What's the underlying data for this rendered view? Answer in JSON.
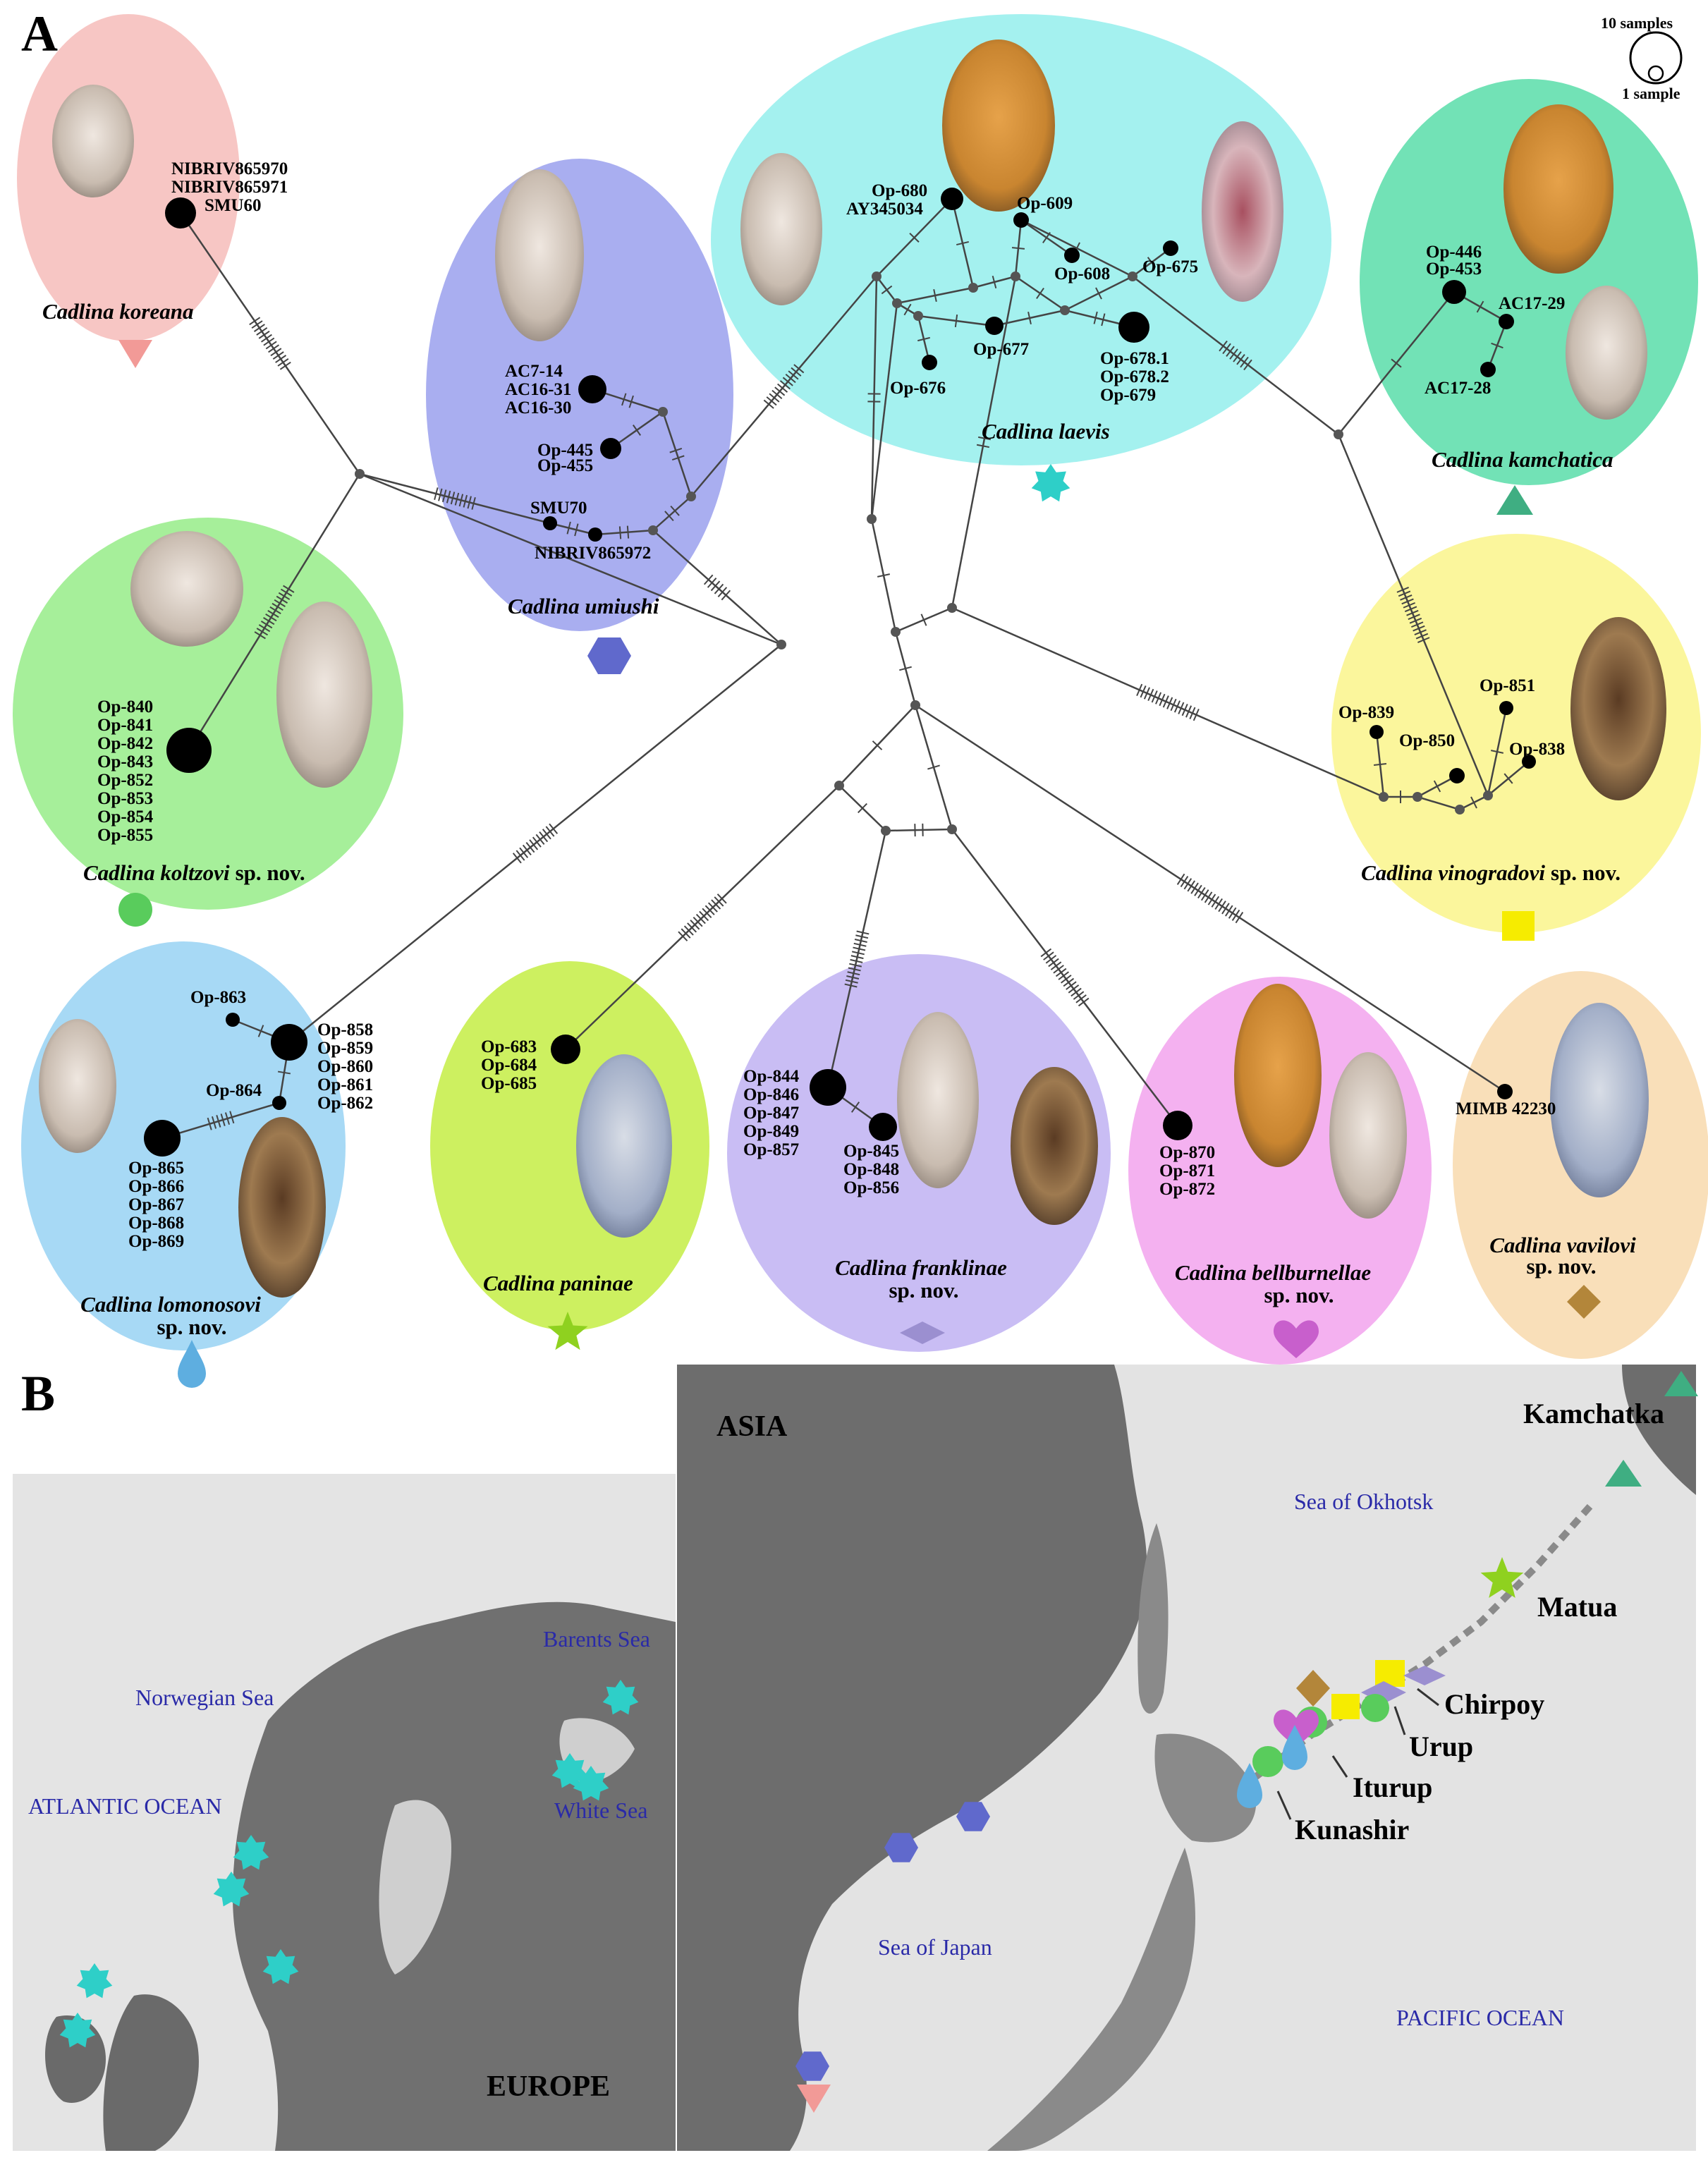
{
  "panels": {
    "a": "A",
    "b": "B"
  },
  "scale_legend": {
    "large": "10 samples",
    "small": "1 sample"
  },
  "colors": {
    "koreana": "#f7c6c4",
    "umiushi": "#a9aef0",
    "laevis": "#a4f1ef",
    "kamchatica": "#72e2b6",
    "koltzovi": "#a6ef9a",
    "vinogradovi": "#fbf69c",
    "lomonosovi": "#a7d9f5",
    "paninae": "#cdf060",
    "franklinae": "#c9bdf4",
    "bellburnellae": "#f4b1f0",
    "vavilovi": "#f9dfb9",
    "symbol_koreana": "#f29a97",
    "symbol_umiushi": "#6069cc",
    "symbol_laevis": "#2ecfc8",
    "symbol_kamchatica": "#3fae82",
    "symbol_koltzovi": "#59cc5c",
    "symbol_vinogradovi": "#f6ec00",
    "symbol_lomonosovi": "#5eaee0",
    "symbol_paninae": "#8fd11f",
    "symbol_franklinae": "#9b8fd0",
    "symbol_bellburnellae": "#c85fcc",
    "symbol_vavilovi": "#b3863a"
  },
  "species": {
    "koreana": {
      "name": "Cadlina koreana",
      "suffix": ""
    },
    "umiushi": {
      "name": "Cadlina umiushi",
      "suffix": ""
    },
    "laevis": {
      "name": "Cadlina laevis",
      "suffix": ""
    },
    "kamchatica": {
      "name": "Cadlina kamchatica",
      "suffix": ""
    },
    "koltzovi": {
      "name": "Cadlina koltzovi",
      "suffix": "sp. nov."
    },
    "vinogradovi": {
      "name": "Cadlina vinogradovi",
      "suffix": "sp. nov."
    },
    "lomonosovi": {
      "name": "Cadlina lomonosovi",
      "suffix": "sp. nov."
    },
    "paninae": {
      "name": "Cadlina paninae",
      "suffix": ""
    },
    "franklinae": {
      "name": "Cadlina franklinae",
      "suffix": "sp. nov."
    },
    "bellburnellae": {
      "name": "Cadlina bellburnellae",
      "suffix": "sp. nov."
    },
    "vavilovi": {
      "name": "Cadlina vavilovi",
      "suffix": "sp. nov."
    }
  },
  "haplotypes": {
    "koreana": [
      "NIBRIV865970",
      "NIBRIV865971",
      "SMU60"
    ],
    "umiushi_1": [
      "AC7-14",
      "AC16-31",
      "AC16-30"
    ],
    "umiushi_2": [
      "Op-445",
      "Op-455"
    ],
    "umiushi_3": [
      "SMU70"
    ],
    "umiushi_4": [
      "NIBRIV865972"
    ],
    "laevis_680": [
      "Op-680",
      "AY345034"
    ],
    "laevis_609": [
      "Op-609"
    ],
    "laevis_608": [
      "Op-608"
    ],
    "laevis_675": [
      "Op-675"
    ],
    "laevis_677": [
      "Op-677"
    ],
    "laevis_676": [
      "Op-676"
    ],
    "laevis_678": [
      "Op-678.1",
      "Op-678.2",
      "Op-679"
    ],
    "kamchatica_1": [
      "Op-446",
      "Op-453"
    ],
    "kamchatica_2": [
      "AC17-29"
    ],
    "kamchatica_3": [
      "AC17-28"
    ],
    "koltzovi": [
      "Op-840",
      "Op-841",
      "Op-842",
      "Op-843",
      "Op-852",
      "Op-853",
      "Op-854",
      "Op-855"
    ],
    "vinogradovi_839": [
      "Op-839"
    ],
    "vinogradovi_850": [
      "Op-850"
    ],
    "vinogradovi_851": [
      "Op-851"
    ],
    "vinogradovi_838": [
      "Op-838"
    ],
    "lomonosovi_863": [
      "Op-863"
    ],
    "lomonosovi_858": [
      "Op-858",
      "Op-859",
      "Op-860",
      "Op-861",
      "Op-862"
    ],
    "lomonosovi_864": [
      "Op-864"
    ],
    "lomonosovi_865": [
      "Op-865",
      "Op-866",
      "Op-867",
      "Op-868",
      "Op-869"
    ],
    "paninae": [
      "Op-683",
      "Op-684",
      "Op-685"
    ],
    "franklinae_1": [
      "Op-844",
      "Op-846",
      "Op-847",
      "Op-849",
      "Op-857"
    ],
    "franklinae_2": [
      "Op-845",
      "Op-848",
      "Op-856"
    ],
    "bellburnellae": [
      "Op-870",
      "Op-871",
      "Op-872"
    ],
    "vavilovi": [
      "MIMB 42230"
    ]
  },
  "map": {
    "regions": {
      "asia": "ASIA",
      "europe": "EUROPE"
    },
    "seas": {
      "barents": "Barents Sea",
      "norwegian": "Norwegian Sea",
      "atlantic": "ATLANTIC OCEAN",
      "white": "White Sea",
      "okhotsk": "Sea of Okhotsk",
      "japan": "Sea of Japan",
      "pacific": "PACIFIC OCEAN"
    },
    "places": {
      "kamchatka": "Kamchatka",
      "matua": "Matua",
      "chirpoy": "Chirpoy",
      "urup": "Urup",
      "iturup": "Iturup",
      "kunashir": "Kunashir"
    }
  }
}
